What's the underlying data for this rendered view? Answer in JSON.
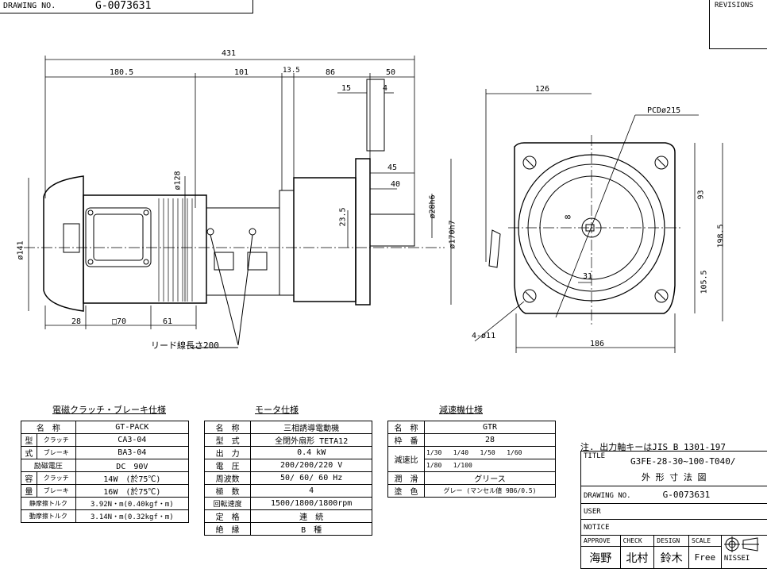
{
  "header": {
    "drawing_no_label": "DRAWING NO.",
    "drawing_no_value": "G-0073631",
    "revisions_label": "REVISIONS"
  },
  "dims": {
    "overall": "431",
    "d180": "180.5",
    "d101": "101",
    "d13": "13.5",
    "d86": "86",
    "d50": "50",
    "d15": "15",
    "d4": "4",
    "d45": "45",
    "d40": "40",
    "d23": "23.5",
    "phi28": "ø28h6",
    "phi170": "ø170h7",
    "phi128": "ø128",
    "phi141": "ø141",
    "d28": "28",
    "sq70": "□70",
    "d61": "61",
    "lead": "リード線長さ200",
    "d126": "126",
    "pcd": "PCDø215",
    "d93": "93",
    "d198": "198.5",
    "d105": "105.5",
    "d8": "8",
    "d31": "31",
    "hole": "4-ø11",
    "d186": "186"
  },
  "clutch": {
    "title": "電磁クラッチ・ブレーキ仕様",
    "rows": [
      [
        "名　称",
        "",
        "GT-PACK"
      ],
      [
        "型",
        "クラッチ",
        "CA3-04"
      ],
      [
        "式",
        "ブレーキ",
        "BA3-04"
      ],
      [
        "励磁電圧",
        "",
        "DC　90V"
      ],
      [
        "容",
        "クラッチ",
        "14W　(於75℃)"
      ],
      [
        "量",
        "ブレーキ",
        "16W　(於75℃)"
      ],
      [
        "静摩擦トルク",
        "",
        "3.92N・m(0.40kgf・m)"
      ],
      [
        "動摩擦トルク",
        "",
        "3.14N・m(0.32kgf・m)"
      ]
    ]
  },
  "motor": {
    "title": "モータ仕様",
    "rows": [
      [
        "名　称",
        "三相誘導電動機"
      ],
      [
        "型　式",
        "全閉外扇形 TETA12"
      ],
      [
        "出　力",
        "0.4 kW"
      ],
      [
        "電　圧",
        "200/200/220 V"
      ],
      [
        "周波数",
        "50/ 60/ 60 Hz"
      ],
      [
        "極　数",
        "4"
      ],
      [
        "回転速度",
        "1500/1800/1800rpm"
      ],
      [
        "定　格",
        "連　続"
      ],
      [
        "絶　縁",
        "B　種"
      ]
    ]
  },
  "reducer": {
    "title": "減速機仕様",
    "name_label": "名　称",
    "name_value": "GTR",
    "frame_label": "枠　番",
    "frame_value": "28",
    "ratio_label": "減速比",
    "ratio_row1": [
      "1/30",
      "1/40",
      "1/50",
      "1/60"
    ],
    "ratio_row2": [
      "1/80",
      "1/100"
    ],
    "lube_label": "潤　滑",
    "lube_value": "グリース",
    "paint_label": "塗　色",
    "paint_value": "グレー (マンセル値 9B6/0.5)"
  },
  "note": "注. 出力軸キーはJIS B 1301-197",
  "title_block": {
    "title_label": "TITLE",
    "title_line1": "G3FE-28-30~100-T040/",
    "title_line2": "外 形 寸 法 図",
    "drawing_no_label": "DRAWING NO.",
    "drawing_no_value": "G-0073631",
    "user_label": "USER",
    "notice_label": "NOTICE",
    "approve_label": "APPROVE",
    "check_label": "CHECK",
    "design_label": "DESIGN",
    "scale_label": "SCALE",
    "approve_name": "海野",
    "check_name": "北村",
    "design_name": "鈴木",
    "scale_value": "Free",
    "company": "NISSEI"
  }
}
